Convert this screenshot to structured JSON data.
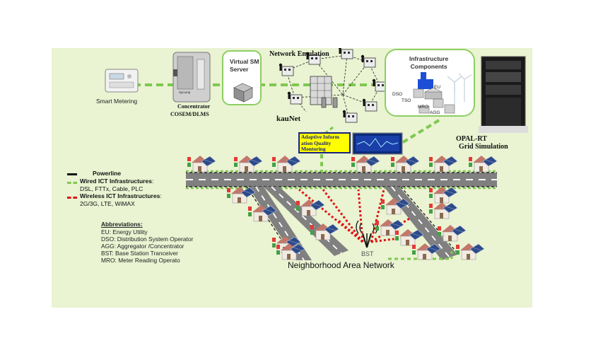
{
  "top_row": {
    "smart_metering": "Smart Metering",
    "concentrator_line1": "Concentrator",
    "concentrator_line2": "COSEM/DLMS",
    "concentrator_brand": "Sycomp",
    "virtual_sm_server_line1": "Virtual SM",
    "virtual_sm_server_line2": "Server",
    "network_emulation": "Network Emulation",
    "kaunet": "kauNet",
    "infrastructure_line1": "Infrastructure",
    "infrastructure_line2": "Components",
    "infra_labels": {
      "eu": "EU",
      "dso": "DSO",
      "tso": "TSO",
      "mro": "MRO",
      "agg": "AGG"
    },
    "opal_line1": "OPAL-RT",
    "opal_line2": "Grid Simulation"
  },
  "aiqm": {
    "line1": "Adaptive Inform",
    "line2": "ation Quality",
    "line3": "Montoring"
  },
  "legend": {
    "powerline": "Powerline",
    "wired_title": "Wired ICT Infrastructures",
    "wired_colon": ":",
    "wired_items": "DSL, FTTx, Cable, PLC",
    "wireless_title": "Wireless ICT Infrastructures",
    "wireless_colon": ":",
    "wireless_items": "2G/3G, LTE, WiMAX"
  },
  "abbreviations": {
    "title": "Abbreviations:",
    "items": [
      "EU: Energy Utility",
      "DSO: Distribution System Operator",
      "AGG: Aggregator /Concentrator",
      "BST: Base Station Tranceiver",
      "MRO: Meter Reading Operato"
    ]
  },
  "bst_label": "BST",
  "nan_label": "Neighborhood Area Network",
  "colors": {
    "background": "#eaf3d2",
    "wired_green": "#7ec850",
    "wireless_red": "#e01414",
    "road": "#808080",
    "aiqm_fill": "#ffff00",
    "aiqm_border": "#1a237e"
  }
}
